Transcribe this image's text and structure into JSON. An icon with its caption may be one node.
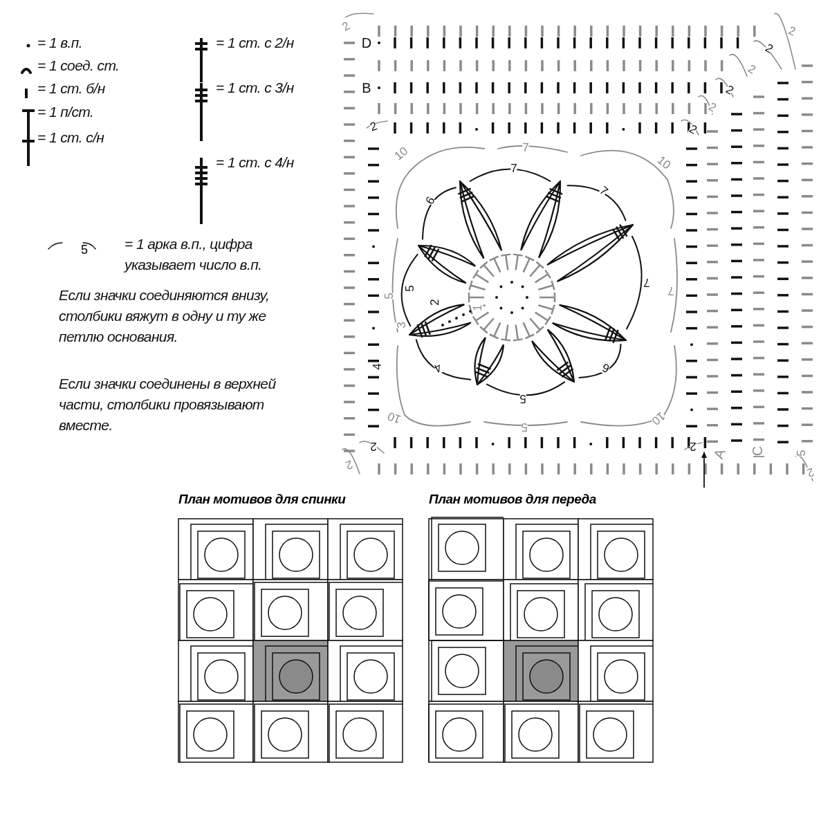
{
  "diagram": {
    "labels": [
      "5",
      "Если значки соединяются внизу, столбики вяжут в одну и ту же петлю основания.",
      "Если значки соединены в верхней части, столбики провязывают вместе.",
      "2",
      "2",
      "D",
      "2",
      "2",
      "B",
      "2",
      "2",
      "2",
      "2",
      "10",
      "7",
      "10",
      "7",
      "6",
      "7",
      "5",
      "5",
      "2",
      "7",
      "7",
      "1",
      "3",
      "4",
      "4",
      "6",
      "5",
      "10",
      "5",
      "10",
      "2",
      "2",
      "A",
      "C",
      "5",
      "2",
      "2",
      "План мотивов для спинки",
      "План мотивов для переда"
    ],
    "legend": [
      {
        "text": "= 1 в.п."
      },
      {
        "text": "= 1 соед. ст."
      },
      {
        "text": "= 1 ст. б/н"
      },
      {
        "text": "= 1 п/ст."
      },
      {
        "text": "= 1 ст. с/н"
      },
      {
        "text": "= 1 ст. с 2/н"
      },
      {
        "text": "= 1 ст. с 3/н"
      },
      {
        "text": "= 1 ст. с 4/н"
      },
      {
        "text": "= 1 арка в.п., цифра указывает число в.п."
      }
    ]
  }
}
